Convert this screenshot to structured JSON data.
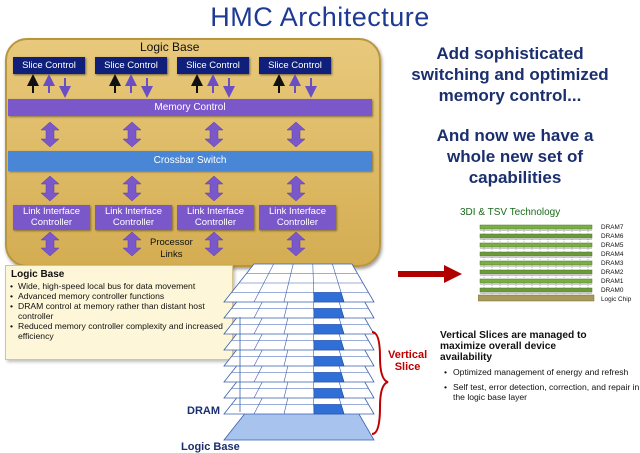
{
  "title": "HMC Architecture",
  "logic_base_panel": {
    "label": "Logic Base",
    "slice_controls": [
      "Slice Control",
      "Slice Control",
      "Slice Control",
      "Slice Control"
    ],
    "memory_control": "Memory Control",
    "crossbar": "Crossbar Switch",
    "link_controllers": [
      [
        "Link Interface",
        "Controller"
      ],
      [
        "Link Interface",
        "Controller"
      ],
      [
        "Link Interface",
        "Controller"
      ],
      [
        "Link Interface",
        "Controller"
      ]
    ],
    "processor_links": [
      "Processor",
      "Links"
    ]
  },
  "logic_base_note": {
    "title": "Logic Base",
    "bullets": [
      "Wide, high-speed local bus for data movement",
      "Advanced memory controller functions",
      "DRAM control at memory rather than distant host controller",
      "Reduced memory controller complexity and increased efficiency"
    ]
  },
  "headline_1": [
    "Add sophisticated",
    "switching and optimized",
    "memory control..."
  ],
  "headline_2": [
    "And now we have a",
    "whole new set of",
    "capabilities"
  ],
  "tsv": {
    "title": "3DI & TSV Technology",
    "layers": [
      "DRAM7",
      "DRAM6",
      "DRAM5",
      "DRAM4",
      "DRAM3",
      "DRAM2",
      "DRAM1",
      "DRAM0",
      "Logic Chip"
    ]
  },
  "vertical_slice_label": [
    "Vertical",
    "Slice"
  ],
  "stack_labels": {
    "dram": "DRAM",
    "logic_base": "Logic Base"
  },
  "slices_text": {
    "heading": [
      "Vertical Slices are managed to",
      "maximize overall device",
      "availability"
    ],
    "bullets": [
      "Optimized management of energy and refresh",
      "Self test, error detection, correction, and repair in the logic base layer"
    ]
  },
  "colors": {
    "title": "#1f3a93",
    "panel": "#dcb860",
    "slice": "#0f1f7a",
    "bar": "#7a58c9",
    "crossbar": "#4a86d6",
    "accent": "#c00000",
    "highlight": "#2f6fd6"
  }
}
